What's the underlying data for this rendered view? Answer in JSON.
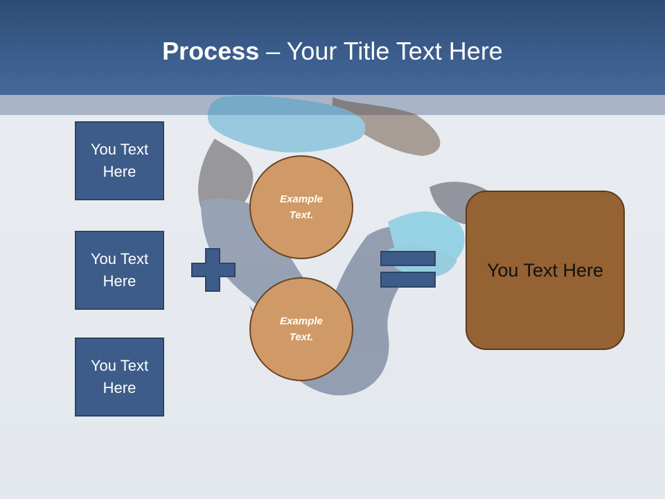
{
  "slide": {
    "title_bold": "Process",
    "title_rest": " – Your Title Text Here",
    "left_boxes": [
      {
        "label": "You Text Here"
      },
      {
        "label": "You Text Here"
      },
      {
        "label": "You Text Here"
      }
    ],
    "circles": [
      {
        "text": "Example Text."
      },
      {
        "text": "Example Text."
      }
    ],
    "result_box": {
      "label": "You Text Here"
    }
  },
  "colors": {
    "title_bar": "#3b5d8c",
    "box_blue": "#3d5c89",
    "circle_fill": "#d09a68",
    "result_fill": "#956233"
  },
  "icons": [
    "plus-icon",
    "equals-icon"
  ]
}
